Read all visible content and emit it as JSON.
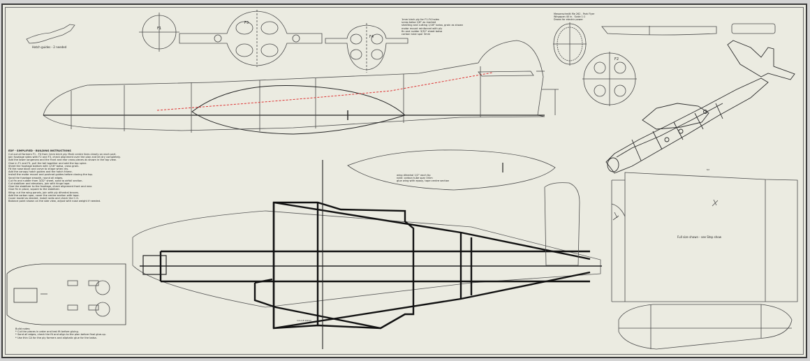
{
  "labels": {
    "f1": "F1",
    "f2": "F2",
    "f3": "F3",
    "f4": "F4",
    "hatch_guide": "Hatch guides - 2 needed",
    "tail_label": "Full size shown - see Step show",
    "ruler_mark": "1/4-1/8 b3mm",
    "tail_top": "t/2"
  },
  "notes": {
    "top_spec": "1mm birch ply for F1-F4 holes\nscrap balsa 1/8\" as marked\nsheeting and cutting 1/16\" balsa, grain as shown\nmotor mount reinforced with ply\nfin and rudder 3/32\" sheet balsa\ncarbon tube spar 3mm",
    "title_lines": "Messerschmitt Me 262 - Park Flyer\nWingspan 40 in.  Scale 1:1\nDrawn for electric power",
    "main_header": "EDF - SIMPLIFIED - BUILDING INSTRUCTIONS",
    "main_body": "Cut out all formers F1 - F4 from 1mm birch ply. Mark centre lines clearly on each part.\nJoin fuselage sides with F2 and F3, check alignment over the plan and let dry completely.\nAdd the lower longerons and the front and rear cross pieces as shown in the top view.\nGlue in F1 and F4, pull the tail together and add the top spine.\nSheet the fuselage bottom with 1/16\" balsa, cross grain.\nFit the nose block and carve to shape when dry.\nAdd the canopy hatch guides and the hatch frame.\nInstall the motor mount and pushrod guides before closing the top.\nSand the fuselage smooth, round all edges.\nCut fin and rudder from 3/32\" sheet, sand to airfoil section.\nCut stabilizer and elevators, join with hinge tape.\nGlue the stabilizer to the fuselage, check alignment front and rear.\nGlue fin in place, square to the stabilizer.\nWing: cut the wing panels, join with ply dihedral braces.\nAdd the carbon spar, cover the centre section with tape.\nCover model as desired, install radio and check the C.G.\nBalance point shown on the side view, adjust with nose weight if needed.",
    "middle": "wing dihedral 1/2\" each tip\nnote: carbon tube spar 3mm\nglue wing with epoxy, tape centre section",
    "bottom_left": "Build notes:\n* Cut the pieces in order and test fit before gluing.\n* Sand all edges, check the fit and align to the plan before final glue-up.\n* Use thin CA for the ply formers and aliphatic glue for the balsa."
  }
}
